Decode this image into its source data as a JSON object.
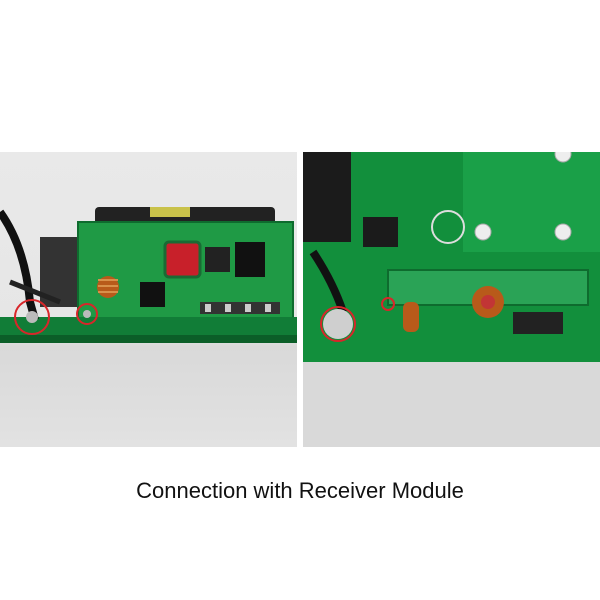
{
  "caption": "Connection with Receiver Module",
  "photos": [
    {
      "name": "left-photo",
      "subject": "receiver module side view with soldered antenna wire"
    },
    {
      "name": "right-photo",
      "subject": "receiver module mounted on green PCB with antenna wire"
    }
  ],
  "colors": {
    "pcb_green": "#0f8c3a",
    "highlight_circle": "#d8262a",
    "background": "#ffffff"
  }
}
